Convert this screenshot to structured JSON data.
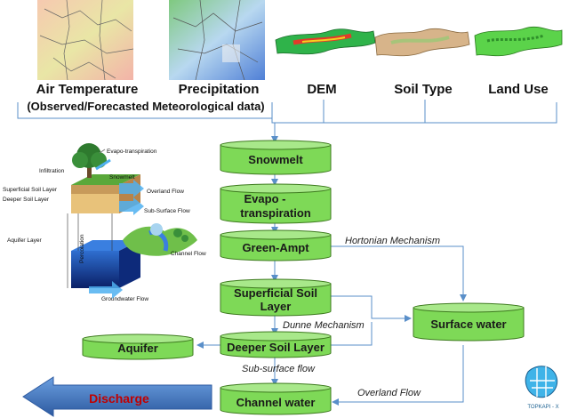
{
  "inputs": {
    "air_temperature": "Air Temperature",
    "precipitation": "Precipitation",
    "dem": "DEM",
    "soil_type": "Soil Type",
    "land_use": "Land Use",
    "meteo_note": "(Observed/Forecasted Meteorological data)"
  },
  "process": {
    "snowmelt": "Snowmelt",
    "evapo_line1": "Evapo -",
    "evapo_line2": "transpiration",
    "green_ampt": "Green-Ampt",
    "superficial_line1": "Superficial Soil",
    "superficial_line2": "Layer",
    "deeper": "Deeper Soil  Layer",
    "aquifer": "Aquifer",
    "surface_water": "Surface water",
    "channel_water": "Channel water",
    "discharge": "Discharge"
  },
  "flows": {
    "hortonian": "Hortonian Mechanism",
    "dunne": "Dunne Mechanism",
    "subsurface": "Sub-surface flow",
    "overland": "Overland Flow"
  },
  "illustration": {
    "evapo": "Evapo-transpiration",
    "snowmelt": "Snowmelt",
    "infiltration": "Infiltration",
    "superficial": "Superficial Soil Layer",
    "deeper": "Deeper Soil Layer",
    "overland": "Overland Flow",
    "subsurface": "Sub-Surface Flow",
    "aquifer": "Aquifer Layer",
    "percolation": "Percolation",
    "channel": "Channel Flow",
    "groundwater": "Groundwater Flow"
  },
  "logo": "TOPKAPI - X",
  "colors": {
    "cylinder": "#7ed957",
    "cylinder_top": "#a8e88a",
    "cylinder_stroke": "#3d7a1e",
    "flow_line": "#5a8fc9",
    "discharge_arrow": "#3a6fb5",
    "discharge_text": "#c00000"
  }
}
